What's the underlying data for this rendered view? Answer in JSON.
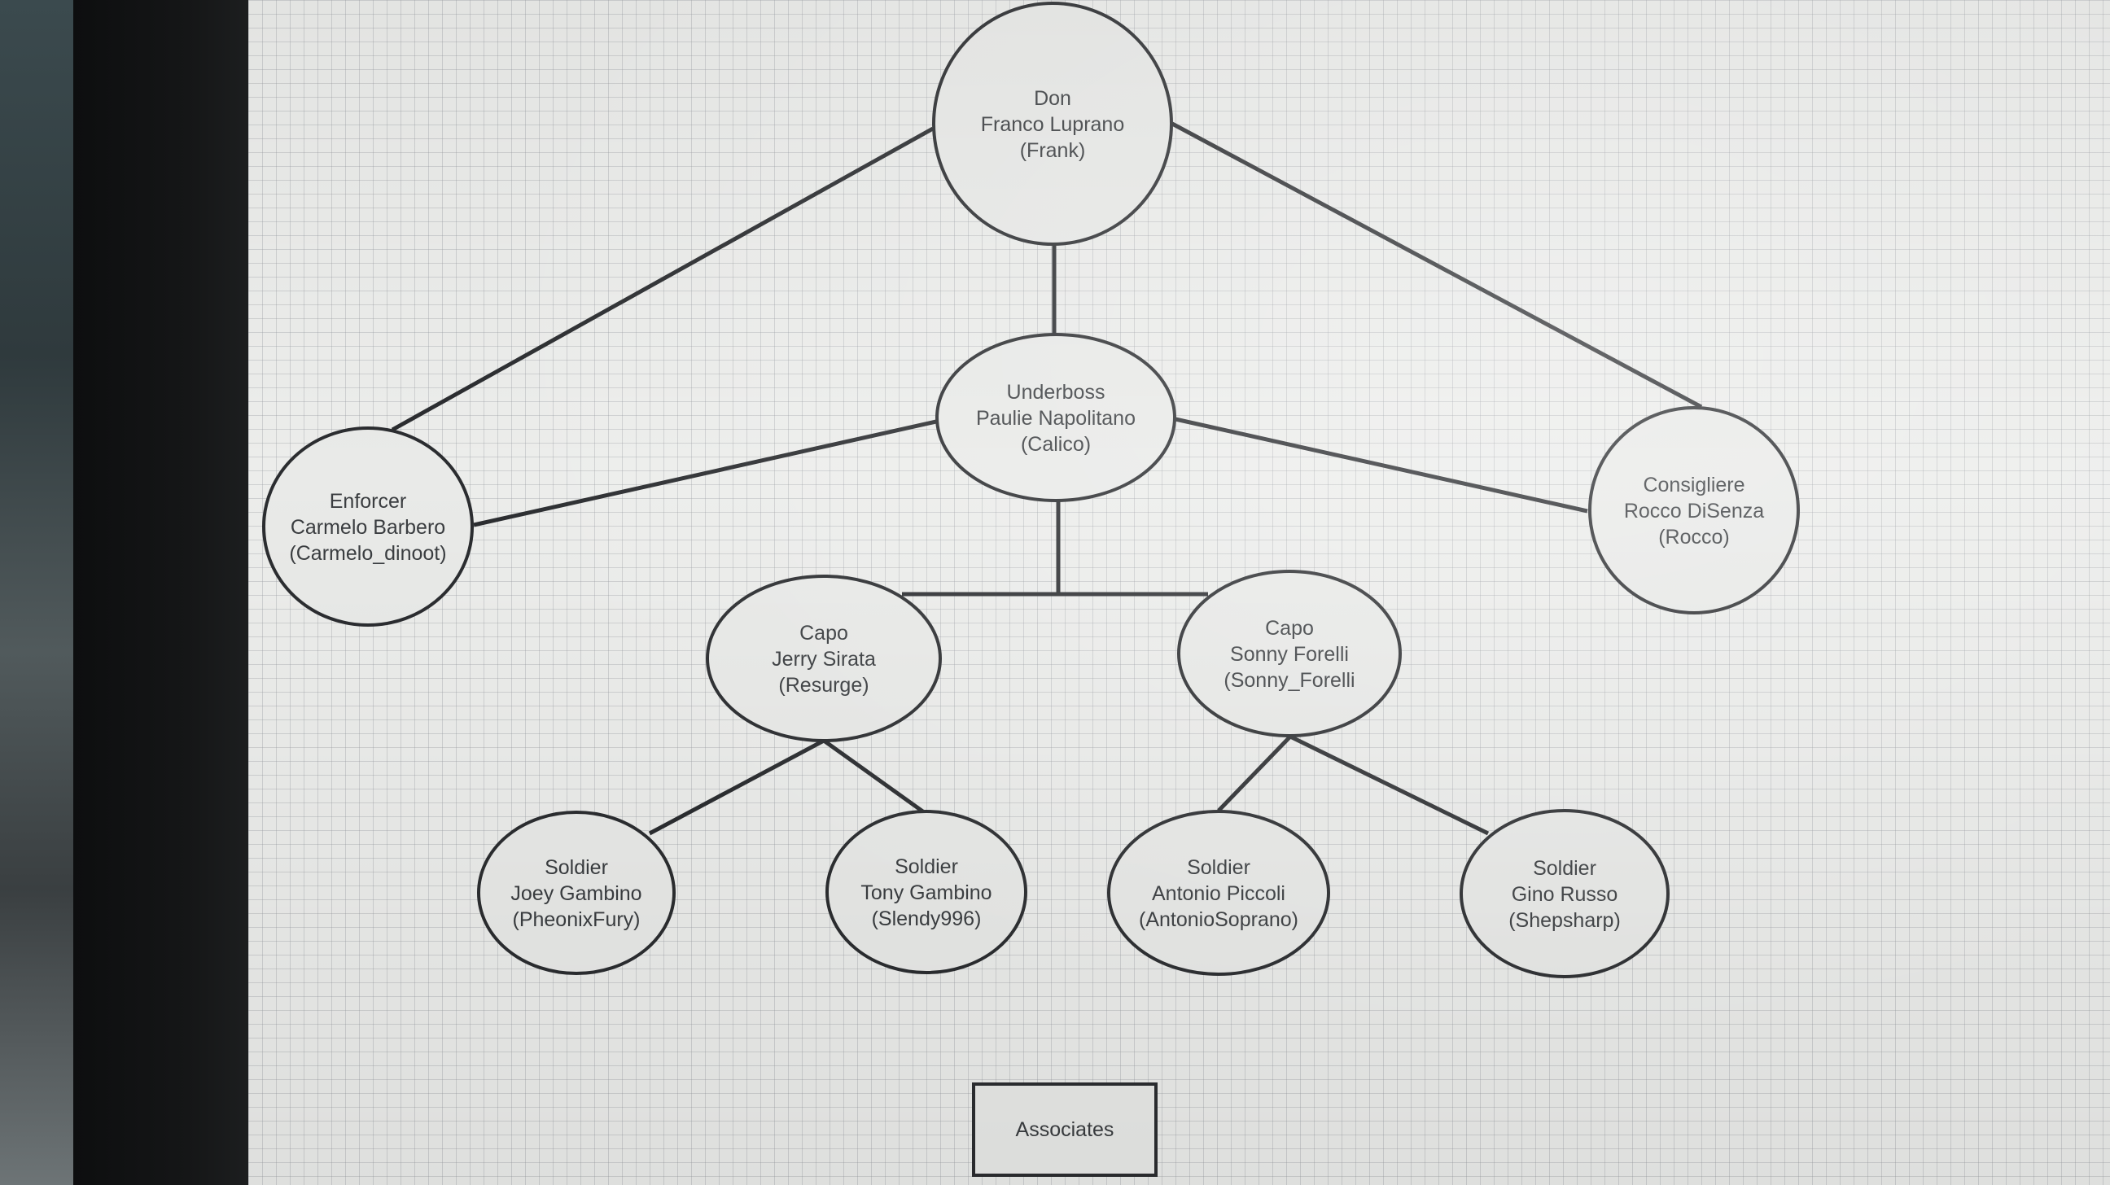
{
  "nodes": [
    {
      "id": "don",
      "lines": [
        "Don",
        "Franco Luprano",
        "(Frank)"
      ]
    },
    {
      "id": "underboss",
      "lines": [
        "Underboss",
        "Paulie Napolitano",
        "(Calico)"
      ]
    },
    {
      "id": "enforcer",
      "lines": [
        "Enforcer",
        "Carmelo Barbero",
        "(Carmelo_dinoot)"
      ]
    },
    {
      "id": "consigliere",
      "lines": [
        "Consigliere",
        "Rocco DiSenza",
        "(Rocco)"
      ]
    },
    {
      "id": "capo1",
      "lines": [
        "Capo",
        "Jerry Sirata",
        "(Resurge)"
      ]
    },
    {
      "id": "capo2",
      "lines": [
        "Capo",
        "Sonny Forelli",
        "(Sonny_Forelli"
      ]
    },
    {
      "id": "soldier1",
      "lines": [
        "Soldier",
        "Joey Gambino",
        "(PheonixFury)"
      ]
    },
    {
      "id": "soldier2",
      "lines": [
        "Soldier",
        "Tony Gambino",
        "(Slendy996)"
      ]
    },
    {
      "id": "soldier3",
      "lines": [
        "Soldier",
        "Antonio Piccoli",
        "(AntonioSoprano)"
      ]
    },
    {
      "id": "soldier4",
      "lines": [
        "Soldier",
        "Gino Russo",
        "(Shepsharp)"
      ]
    }
  ],
  "associates_label": "Associates",
  "colors": {
    "line": "#2b2d30",
    "node_fill": "#e9eae8",
    "text": "#3a3d40"
  }
}
